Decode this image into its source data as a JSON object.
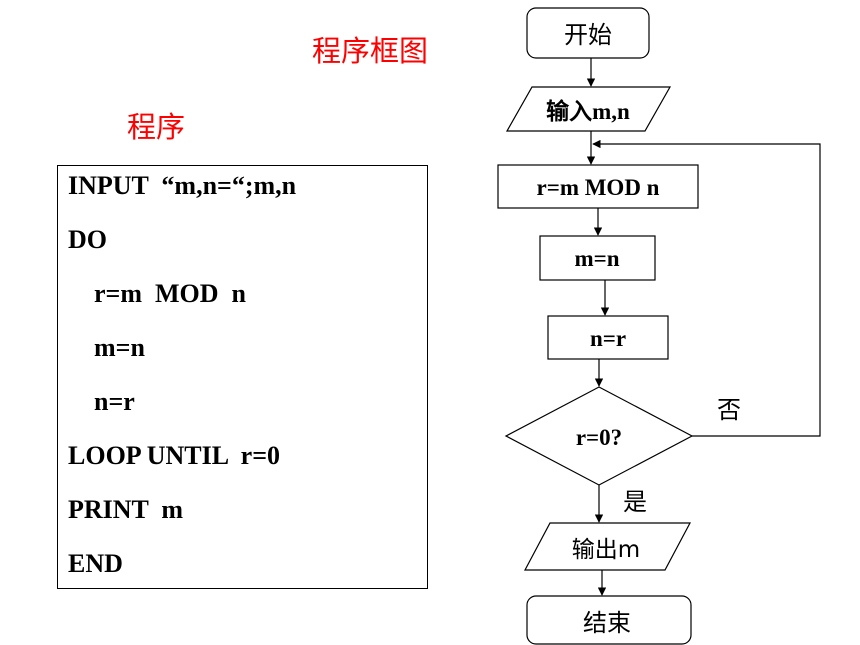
{
  "titles": {
    "flowchart": "程序框图",
    "program": "程序"
  },
  "code_lines": [
    "INPUT  “m,n=“;m,n",
    "DO",
    "    r=m  MOD  n",
    "    m=n",
    "    n=r",
    "LOOP UNTIL  r=0",
    "PRINT  m",
    "END"
  ],
  "flowchart": {
    "start": "开始",
    "input": "输入m,n",
    "step_mod": "r=m MOD n",
    "step_m": "m=n",
    "step_n": "n=r",
    "decision": "r=0?",
    "no_label": "否",
    "yes_label": "是",
    "output": "输出m",
    "end": "结束"
  },
  "colors": {
    "title": "#ff0000",
    "stroke": "#000000"
  }
}
